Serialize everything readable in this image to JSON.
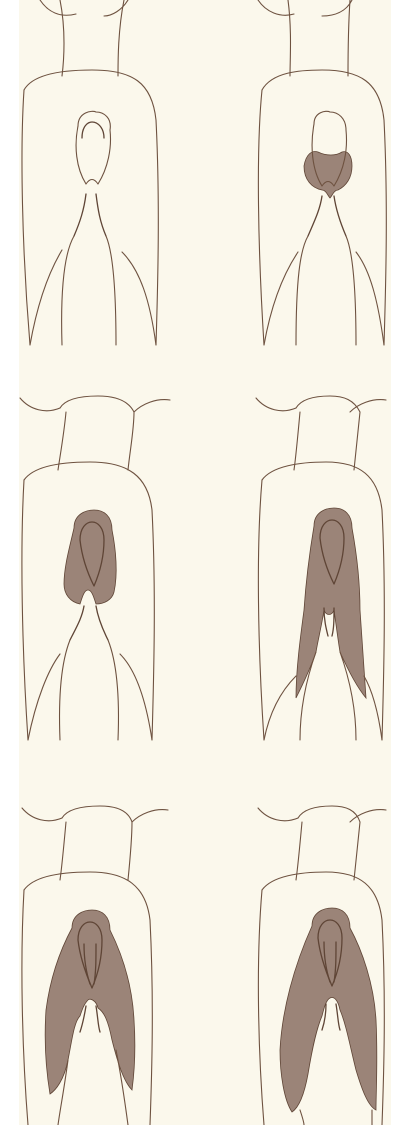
{
  "figure": {
    "background_color": "#fbf8ec",
    "line_color": "#6e5240",
    "shade_color": "#9b8478",
    "shade_edge_color": "#5f4536",
    "panels": [
      {
        "id": "panel-1",
        "row": 1,
        "column": "left",
        "shaded": "none"
      },
      {
        "id": "panel-2",
        "row": 1,
        "column": "right",
        "shaded": "tail-patch"
      },
      {
        "id": "panel-3",
        "row": 2,
        "column": "left",
        "shaded": "tail-and-crutch"
      },
      {
        "id": "panel-4",
        "row": 2,
        "column": "right",
        "shaded": "tail-crutch-upper-legs"
      },
      {
        "id": "panel-5",
        "row": 3,
        "column": "left",
        "shaded": "rump-and-legs"
      },
      {
        "id": "panel-6",
        "row": 3,
        "column": "right",
        "shaded": "rump-and-full-legs"
      }
    ]
  }
}
